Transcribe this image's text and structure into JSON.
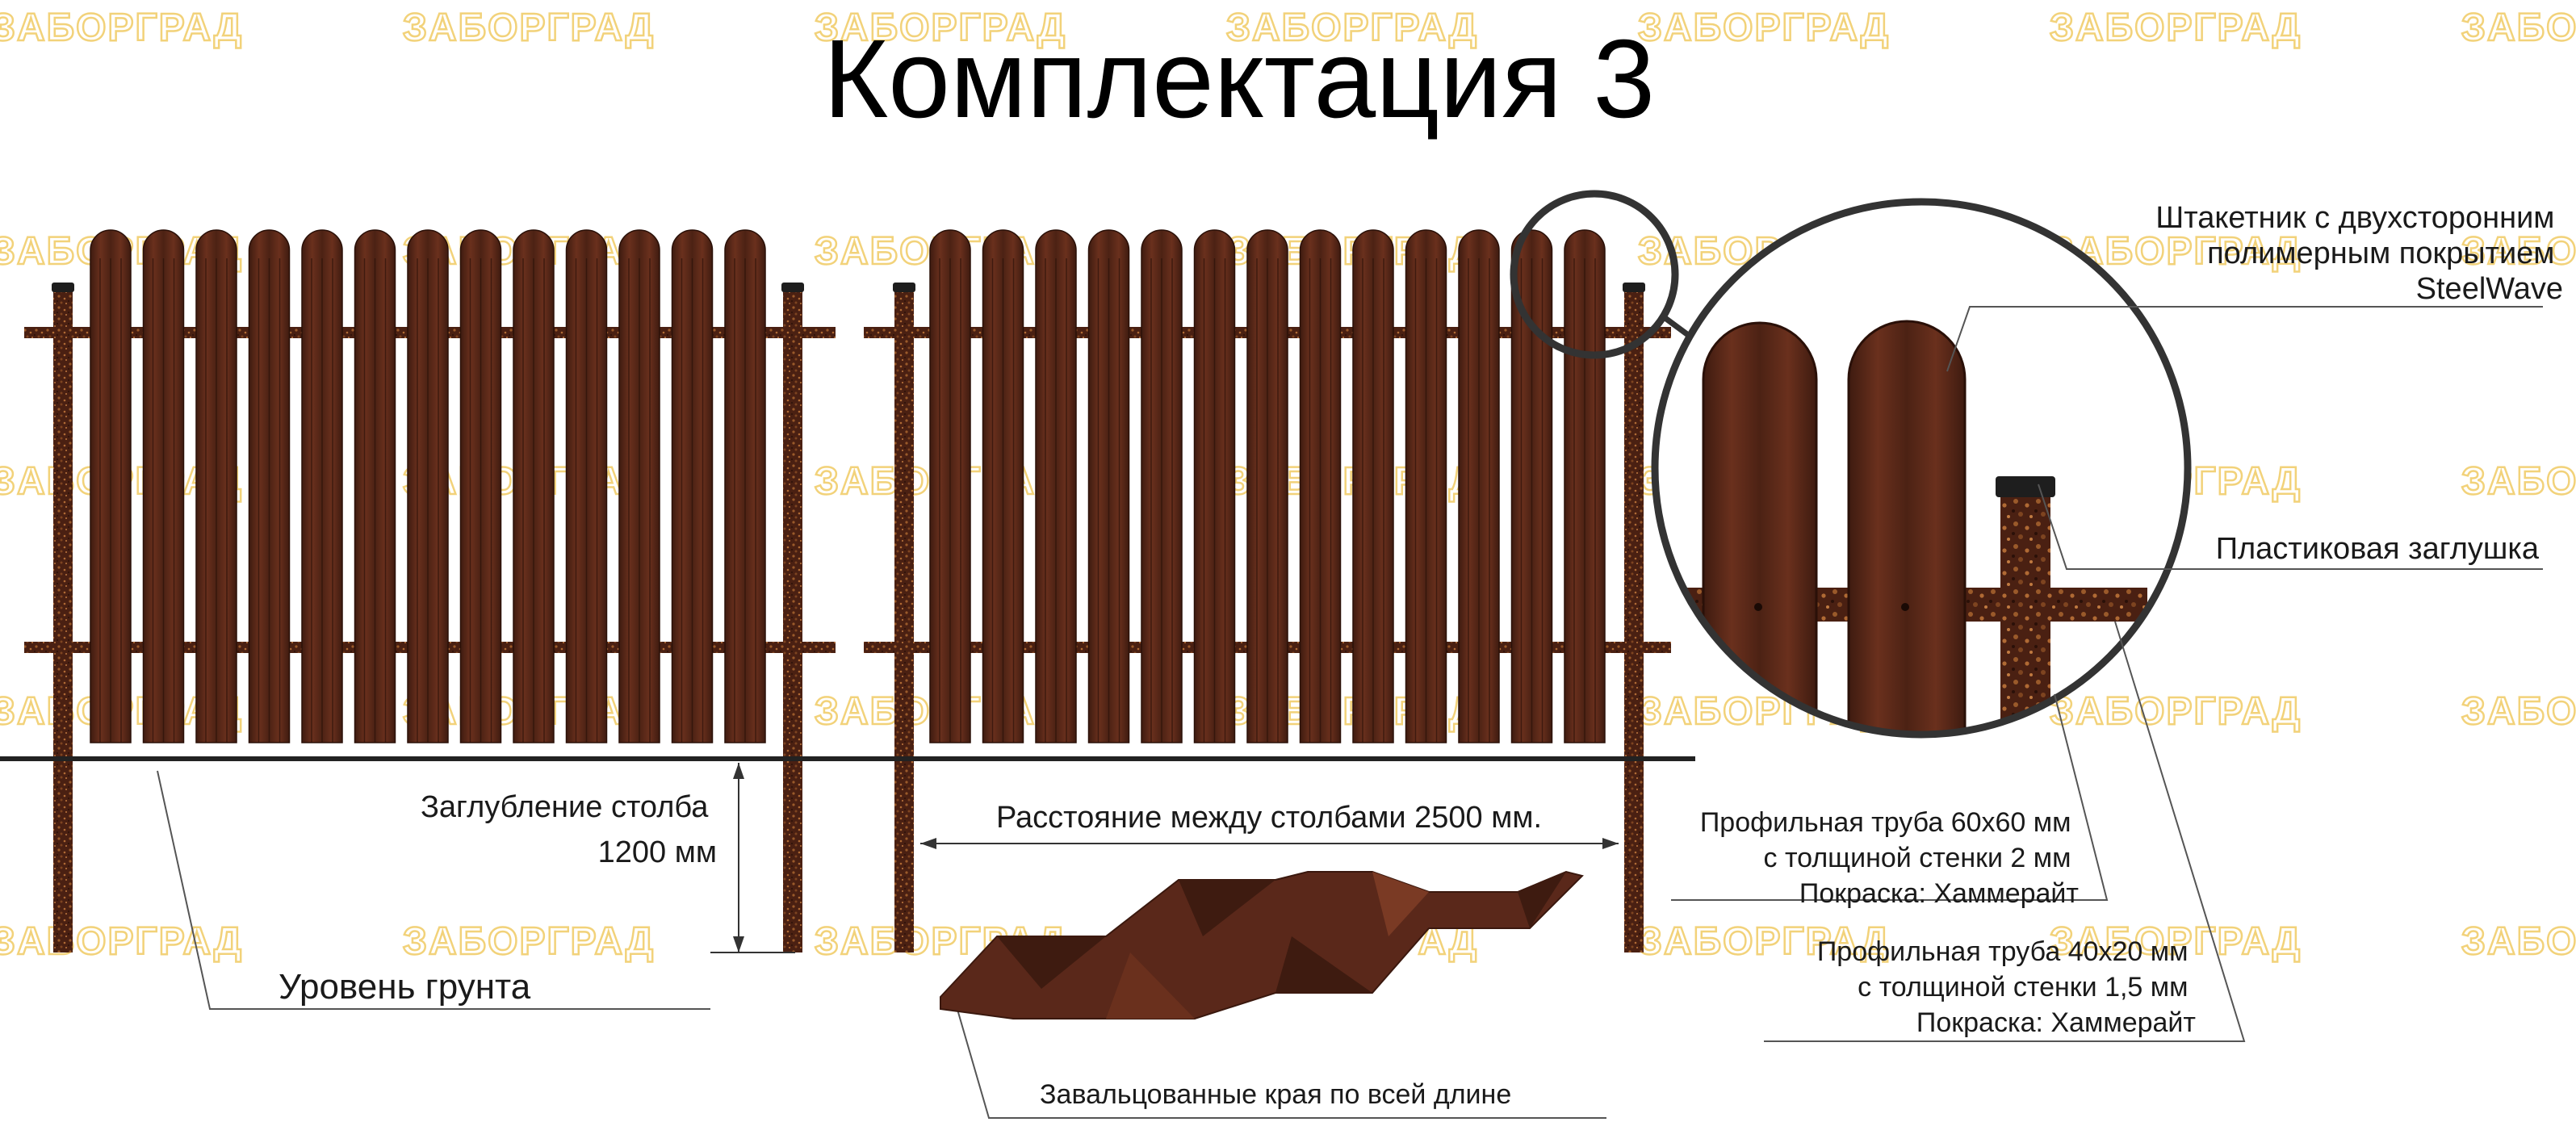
{
  "title": "Комплектация 3",
  "watermark_text": "ЗАБОРГРАД",
  "colors": {
    "picket": "#5c2a1a",
    "picket_dark": "#3e1b10",
    "picket_light": "#7a3a24",
    "post": "#4a2012",
    "post_speckle": "#9a5a2a",
    "rail": "#4e2314",
    "cap": "#1e1e1e",
    "ground": "#222222",
    "watermark": "#f2d27a"
  },
  "labels": {
    "picket_coating": [
      "Штакетник с двухсторонним",
      "полимерным покрытием",
      "SteelWave"
    ],
    "plastic_cap": "Пластиковая заглушка",
    "post_depth": [
      "Заглубление столба",
      "1200 мм"
    ],
    "ground_level": "Уровень грунта",
    "post_spacing": "Расстояние между столбами 2500 мм.",
    "pipe_60": [
      "Профильная труба 60х60 мм",
      "с толщиной стенки 2 мм",
      "Покраска: Хаммерайт"
    ],
    "pipe_40": [
      "Профильная труба 40х20 мм",
      "с толщиной стенки 1,5 мм",
      "Покраска: Хаммерайт"
    ],
    "rolled_edges": "Завальцованные края по всей длине"
  }
}
